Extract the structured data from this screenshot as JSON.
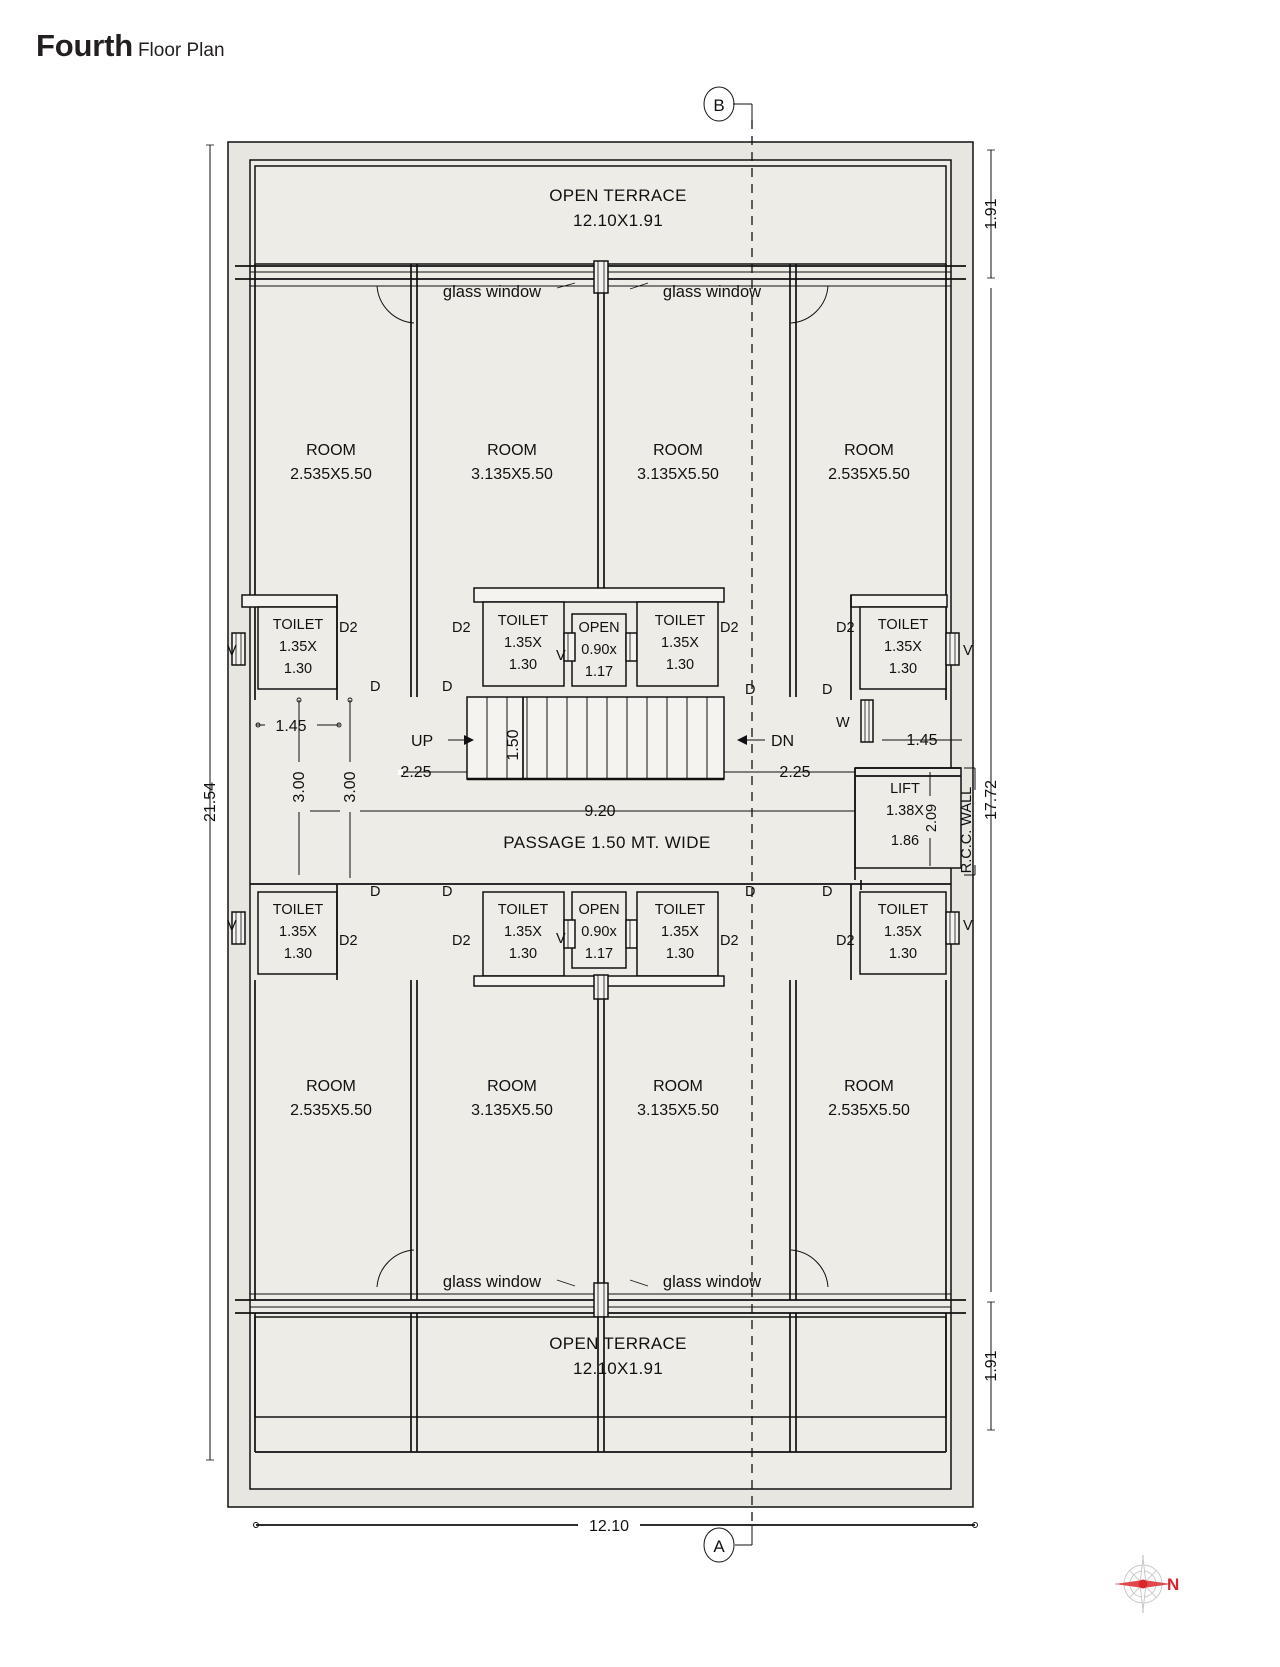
{
  "title": {
    "primary": "Fourth",
    "secondary": "Floor Plan"
  },
  "grid_markers": {
    "top": "B",
    "bottom": "A"
  },
  "compass": {
    "label": "N",
    "color": "#d8262c"
  },
  "overall_dimensions": {
    "left_total": "21.54",
    "right_total": "17.72",
    "bottom_total": "12.10",
    "right_top_terrace": "1.91",
    "right_bottom_terrace": "1.91"
  },
  "terraces": [
    {
      "name": "OPEN TERRACE",
      "size": "12.10X1.91",
      "position": "top"
    },
    {
      "name": "OPEN TERRACE",
      "size": "12.10X1.91",
      "position": "bottom"
    }
  ],
  "windows": [
    {
      "label": "glass window",
      "position": "top-left"
    },
    {
      "label": "glass window",
      "position": "top-right"
    },
    {
      "label": "glass window",
      "position": "bottom-left"
    },
    {
      "label": "glass window",
      "position": "bottom-right"
    }
  ],
  "rooms_top": [
    {
      "name": "ROOM",
      "size": "2.535X5.50"
    },
    {
      "name": "ROOM",
      "size": "3.135X5.50"
    },
    {
      "name": "ROOM",
      "size": "3.135X5.50"
    },
    {
      "name": "ROOM",
      "size": "2.535X5.50"
    }
  ],
  "rooms_bottom": [
    {
      "name": "ROOM",
      "size": "2.535X5.50"
    },
    {
      "name": "ROOM",
      "size": "3.135X5.50"
    },
    {
      "name": "ROOM",
      "size": "3.135X5.50"
    },
    {
      "name": "ROOM",
      "size": "2.535X5.50"
    }
  ],
  "toilets_top": [
    {
      "name": "TOILET",
      "size_1": "1.35X",
      "size_2": "1.30"
    },
    {
      "name": "TOILET",
      "size_1": "1.35X",
      "size_2": "1.30"
    },
    {
      "name": "TOILET",
      "size_1": "1.35X",
      "size_2": "1.30"
    },
    {
      "name": "TOILET",
      "size_1": "1.35X",
      "size_2": "1.30"
    }
  ],
  "toilets_bottom": [
    {
      "name": "TOILET",
      "size_1": "1.35X",
      "size_2": "1.30"
    },
    {
      "name": "TOILET",
      "size_1": "1.35X",
      "size_2": "1.30"
    },
    {
      "name": "TOILET",
      "size_1": "1.35X",
      "size_2": "1.30"
    },
    {
      "name": "TOILET",
      "size_1": "1.35X",
      "size_2": "1.30"
    }
  ],
  "open_shafts": [
    {
      "name": "OPEN",
      "size_1": "0.90x",
      "size_2": "1.17",
      "position": "top"
    },
    {
      "name": "OPEN",
      "size_1": "0.90x",
      "size_2": "1.17",
      "position": "bottom"
    }
  ],
  "lift": {
    "name": "LIFT",
    "size_1": "1.38X",
    "size_2": "1.86",
    "depth": "2.09"
  },
  "rcc_wall": {
    "label": "R.C.C. WALL"
  },
  "passage": {
    "label": "PASSAGE 1.50 MT. WIDE",
    "width_dim": "9.20"
  },
  "stair": {
    "up_label": "UP",
    "down_label": "DN",
    "width_label": "1.50",
    "left_run": "2.25",
    "right_run": "2.25"
  },
  "interior_dims": {
    "toilet_offset_left": "1.45",
    "toilet_offset_right": "1.45",
    "room_depth_a": "3.00",
    "room_depth_b": "3.00"
  },
  "door_tags": {
    "d": "D",
    "d2": "D2",
    "v": "V",
    "w": "W"
  }
}
